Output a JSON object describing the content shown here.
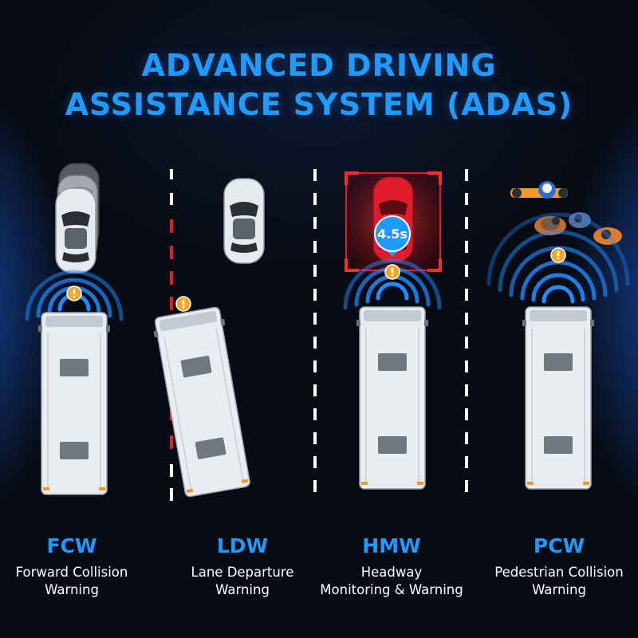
{
  "title": {
    "line1": "ADVANCED DRIVING",
    "line2": "ASSISTANCE SYSTEM (ADAS)"
  },
  "colors": {
    "accent": "#1f9bff",
    "background": "#070b14",
    "warning": "#f5a623",
    "alert_red": "#e21b2c",
    "lane_line": "#ffffff"
  },
  "features": [
    {
      "abbr": "FCW",
      "line1": "Forward Collision",
      "line2": "Warning",
      "icon": "warning-icon"
    },
    {
      "abbr": "LDW",
      "line1": "Lane Departure",
      "line2": "Warning",
      "icon": "warning-icon"
    },
    {
      "abbr": "HMW",
      "line1": "Headway",
      "line2": "Monitoring & Warning",
      "icon": "warning-icon",
      "badge": "4.5s"
    },
    {
      "abbr": "PCW",
      "line1": "Pedestrian Collision",
      "line2": "Warning",
      "icon": "warning-icon"
    }
  ]
}
